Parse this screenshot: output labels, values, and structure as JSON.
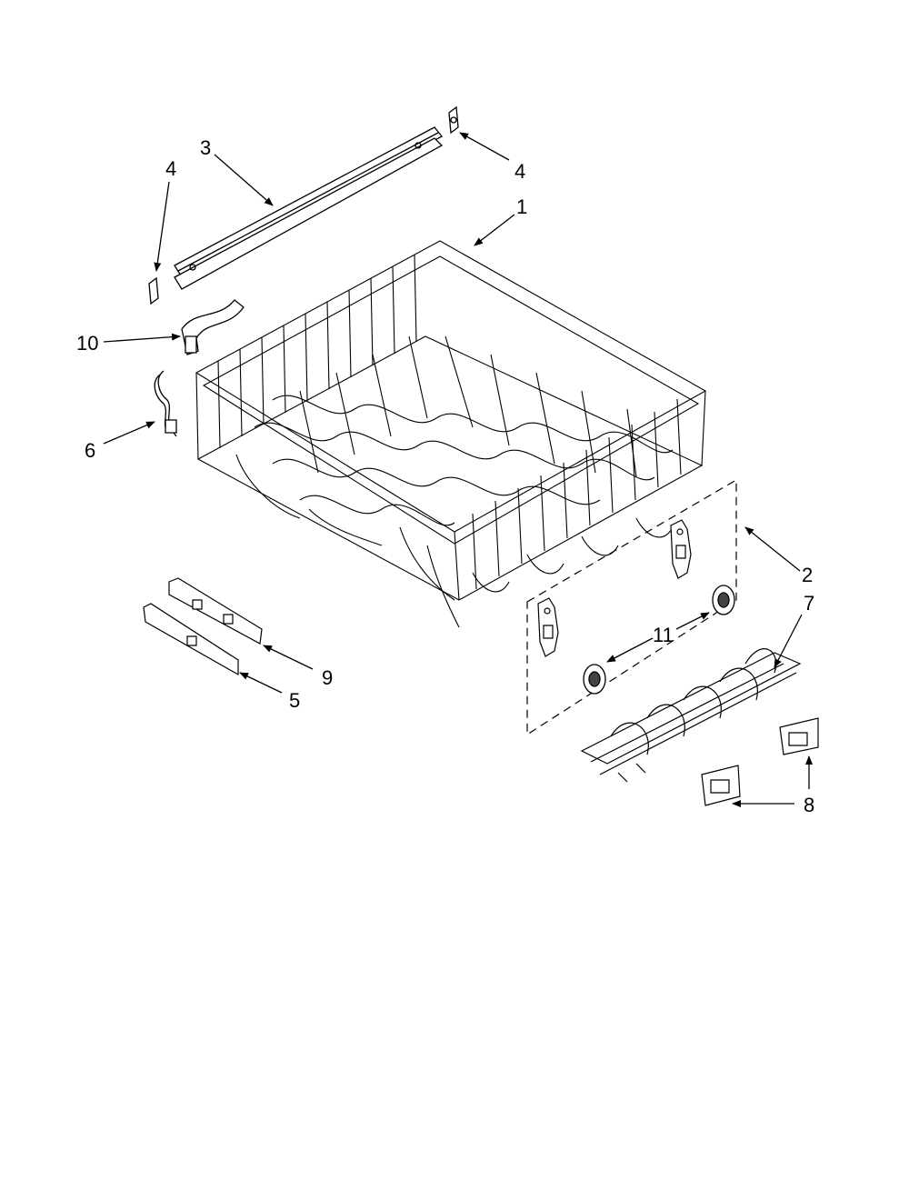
{
  "diagram": {
    "callouts": [
      {
        "id": "c3",
        "label": "3"
      },
      {
        "id": "c4a",
        "label": "4"
      },
      {
        "id": "c4b",
        "label": "4"
      },
      {
        "id": "c1",
        "label": "1"
      },
      {
        "id": "c10",
        "label": "10"
      },
      {
        "id": "c6",
        "label": "6"
      },
      {
        "id": "c2",
        "label": "2"
      },
      {
        "id": "c7",
        "label": "7"
      },
      {
        "id": "c11",
        "label": "11"
      },
      {
        "id": "c9",
        "label": "9"
      },
      {
        "id": "c5",
        "label": "5"
      },
      {
        "id": "c8",
        "label": "8"
      }
    ]
  }
}
